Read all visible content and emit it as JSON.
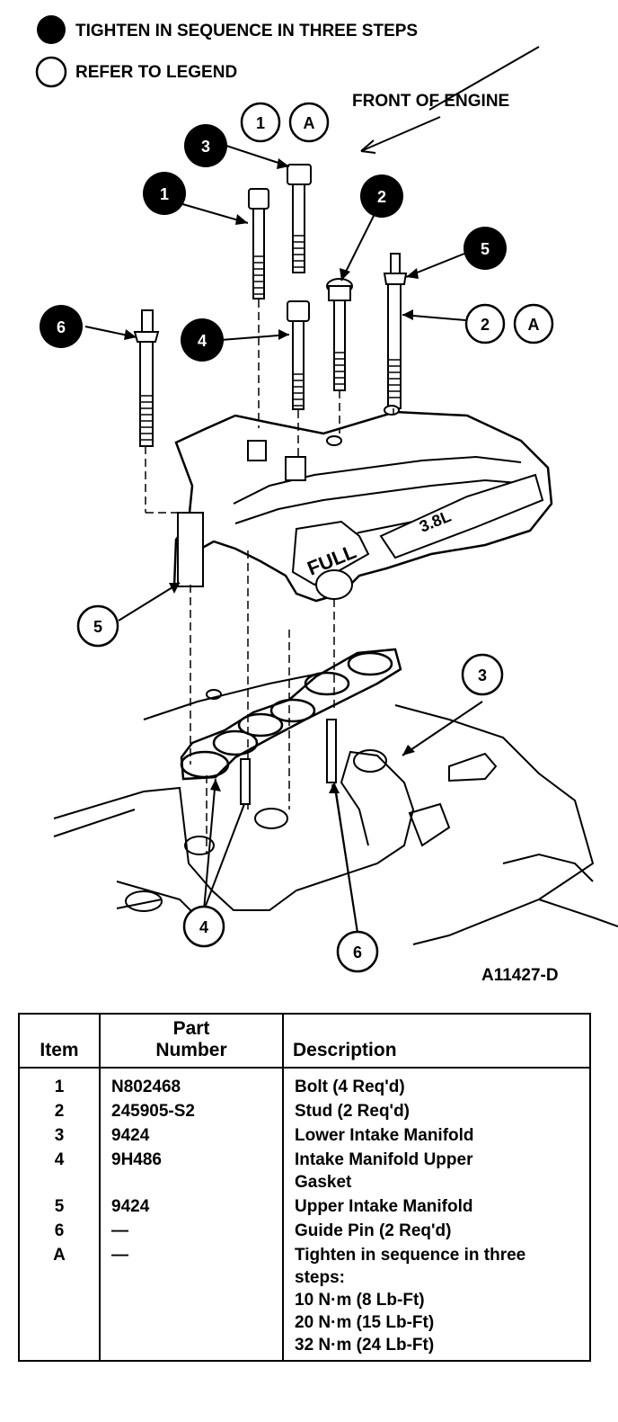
{
  "legend": {
    "filled_text": "TIGHTEN IN SEQUENCE IN THREE STEPS",
    "open_text": "REFER TO LEGEND"
  },
  "front_label": "FRONT OF ENGINE",
  "figure_id": "A11427-D",
  "callouts": {
    "seq": [
      "1",
      "2",
      "3",
      "4",
      "5",
      "6"
    ],
    "legend_1": "1",
    "legend_2": "2",
    "legend_A": "A",
    "legend_3": "3",
    "legend_4": "4",
    "legend_5": "5",
    "legend_6": "6"
  },
  "table": {
    "headers": {
      "item": "Item",
      "part_line1": "Part",
      "part_line2": "Number",
      "description": "Description"
    },
    "rows": [
      {
        "item": "1",
        "part": "N802468",
        "desc": [
          "Bolt (4 Req'd)"
        ]
      },
      {
        "item": "2",
        "part": "245905-S2",
        "desc": [
          "Stud (2 Req'd)"
        ]
      },
      {
        "item": "3",
        "part": "9424",
        "desc": [
          "Lower Intake Manifold"
        ]
      },
      {
        "item": "4",
        "part": "9H486",
        "desc": [
          "Intake Manifold Upper",
          "Gasket"
        ]
      },
      {
        "item": "5",
        "part": "9424",
        "desc": [
          "Upper Intake Manifold"
        ]
      },
      {
        "item": "6",
        "part": "—",
        "desc": [
          "Guide Pin (2 Req'd)"
        ]
      },
      {
        "item": "A",
        "part": "—",
        "desc": [
          "Tighten in sequence in three",
          "steps:",
          "10 N·m (8 Lb-Ft)",
          "20 N·m (15 Lb-Ft)",
          "32 N·m (24 Lb-Ft)"
        ]
      }
    ]
  }
}
